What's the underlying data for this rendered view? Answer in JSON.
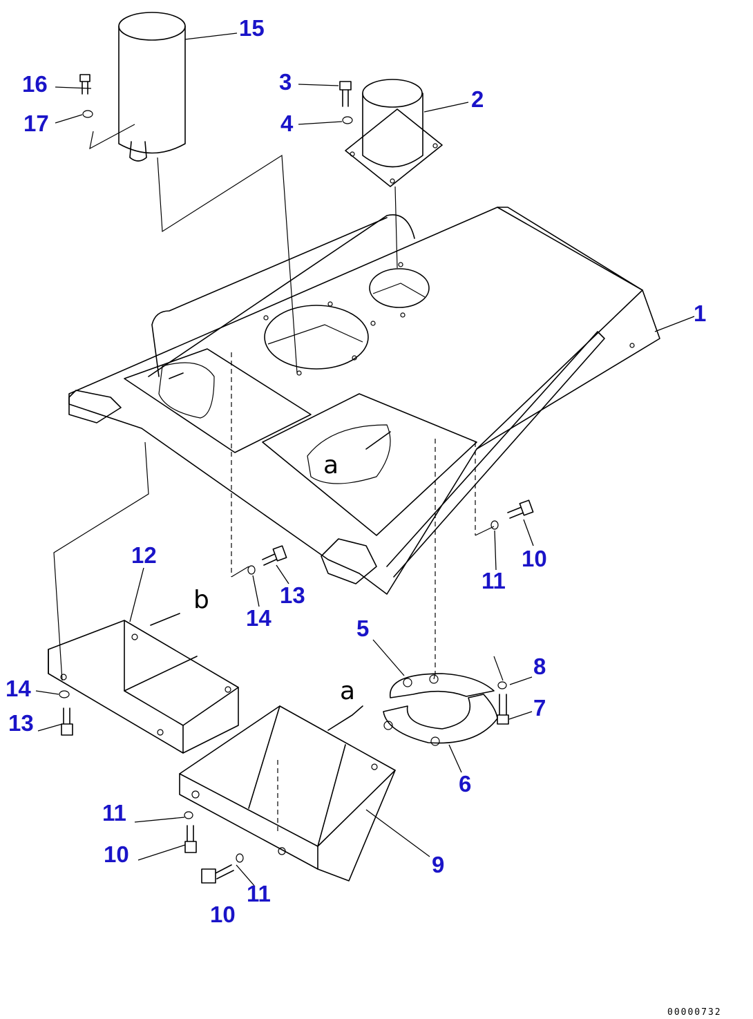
{
  "callouts": {
    "c1": "1",
    "c2": "2",
    "c3": "3",
    "c4": "4",
    "c5": "5",
    "c6": "6",
    "c7": "7",
    "c8": "8",
    "c9": "9",
    "c10a": "10",
    "c10b": "10",
    "c10c": "10",
    "c11a": "11",
    "c11b": "11",
    "c11c": "11",
    "c12": "12",
    "c13a": "13",
    "c13b": "13",
    "c14a": "14",
    "c14b": "14",
    "c15": "15",
    "c16": "16",
    "c17": "17"
  },
  "view_letters": {
    "a_top": "a",
    "a_bottom": "a",
    "b": "b"
  },
  "doc_number": "00000732",
  "colors": {
    "callout": "#1a14c8",
    "line": "#000000"
  }
}
